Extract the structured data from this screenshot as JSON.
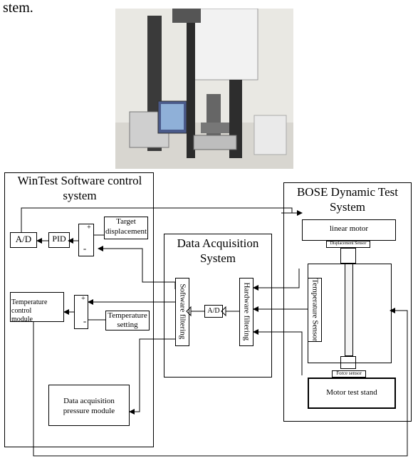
{
  "caption_fragment": "stem.",
  "photo": {
    "description_icon": "test-machine-photo"
  },
  "winTest": {
    "title_line1": "WinTest Software control",
    "title_line2": "system"
  },
  "bose": {
    "title_line1": "BOSE Dynamic Test",
    "title_line2": "System"
  },
  "daq": {
    "title_line1": "Data Acquisition",
    "title_line2": "System"
  },
  "blocks": {
    "ad_left": "A/D",
    "pid": "PID",
    "target_line1": "Target",
    "target_line2": "displacement",
    "temp_control_line1": "Temperature",
    "temp_control_line2": "control",
    "temp_control_line3": "module",
    "temp_setting_line1": "Temperature",
    "temp_setting_line2": "setting",
    "daq_pressure_line1": "Data acquisition",
    "daq_pressure_line2": "pressure module",
    "software_filtering": "Software filtering",
    "hardware_filtering": "Hardware filtering",
    "ad_mid": "A/D",
    "linear_motor": "linear motor",
    "displacement_sensor": "Displacement Sensor",
    "temperature_sensor": "Temperature Sensor",
    "force_sensor": "Force sensor",
    "motor_test_stand": "Motor test stand"
  },
  "signs": {
    "plus": "+",
    "minus": "-"
  }
}
